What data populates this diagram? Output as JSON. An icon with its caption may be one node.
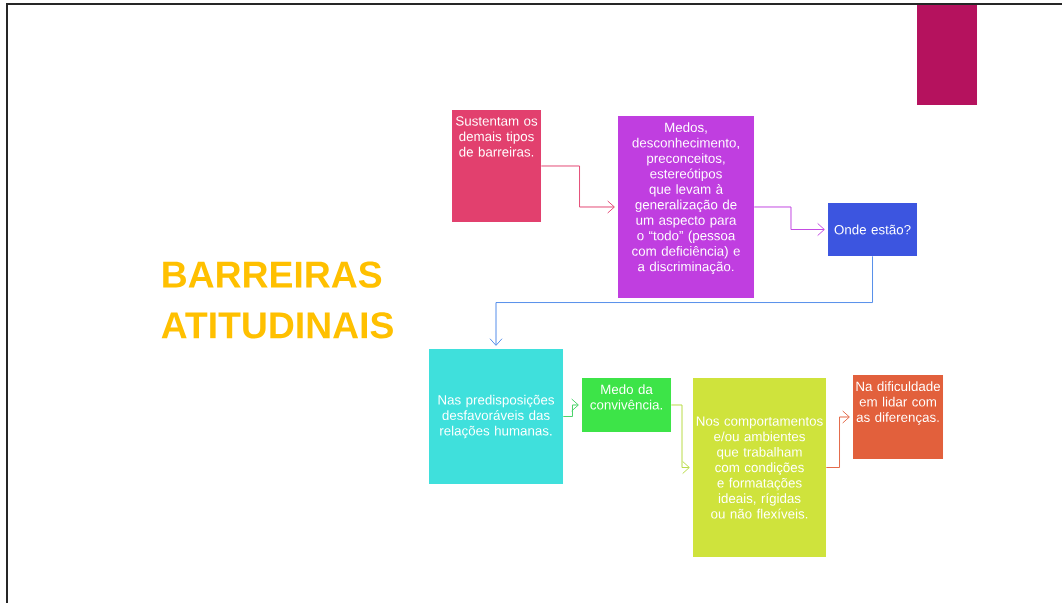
{
  "diagram": {
    "title": "BARREIRAS ATITUDINAIS",
    "nodes": [
      {
        "text": [
          "Sustentam os demais tipos de barreiras."
        ]
      },
      {
        "text": [
          "Medos, desconhecimento, preconceitos, estereótipos que levam à generalização de um aspecto para o “todo” (pessoa com deficiência) e a discriminação."
        ]
      },
      {
        "text": [
          "Onde estão?"
        ]
      },
      {
        "text": [
          "Nas predisposições desfavoráveis das relações humanas."
        ]
      },
      {
        "text": [
          "Medo da convivência."
        ]
      },
      {
        "text": [
          "Nos comportamentos e/ou ambientes que trabalham com condições e formatações ideais, rígidas ou não flexíveis."
        ]
      },
      {
        "text": [
          "Na dificuldade em lidar com as diferenças."
        ]
      }
    ],
    "edges": [
      {
        "from": 0,
        "to": 1,
        "arrow": "to",
        "color": "#e23f6e"
      },
      {
        "from": 1,
        "to": 2,
        "arrow": "to",
        "color": "#c03ee0"
      },
      {
        "from": 2,
        "to": 3,
        "arrow": "to",
        "color": "#4a86e8"
      },
      {
        "from": 3,
        "to": 4,
        "arrow": "to",
        "color": "#3dd060"
      },
      {
        "from": 4,
        "to": 5,
        "arrow": "to",
        "color": "#b5d93c"
      },
      {
        "from": 5,
        "to": 6,
        "arrow": "to",
        "color": "#e2603c"
      }
    ]
  }
}
